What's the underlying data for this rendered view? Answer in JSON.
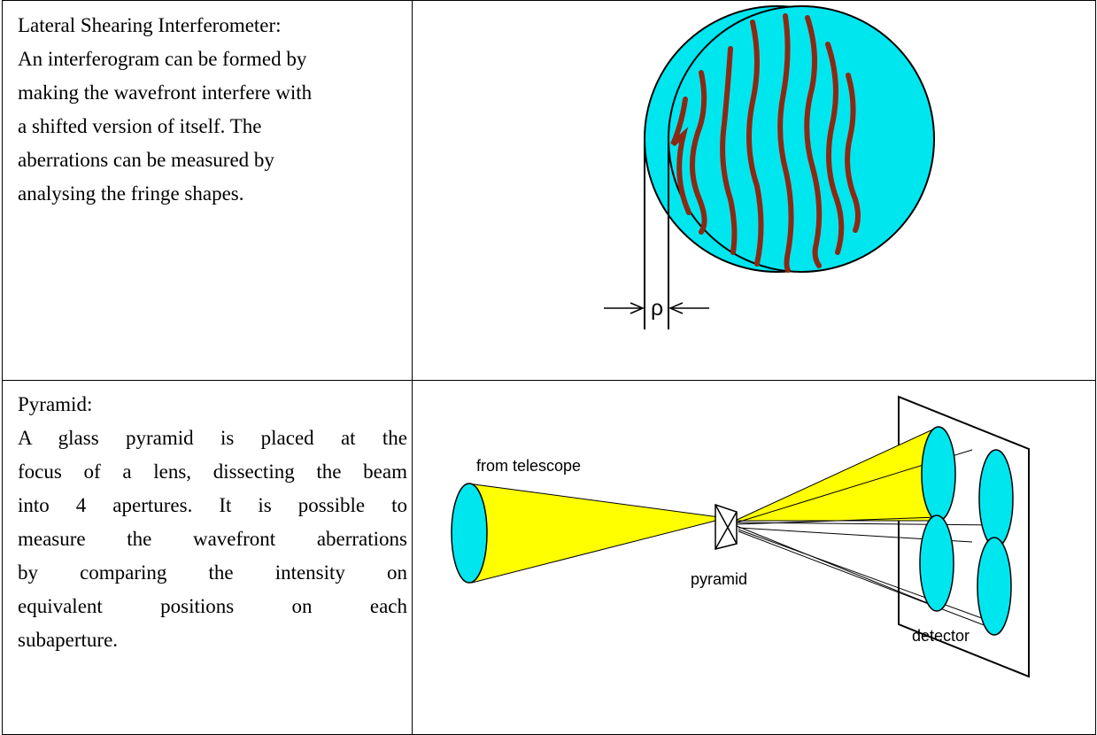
{
  "rows": [
    {
      "heading": "Lateral Shearing Interferometer:",
      "lines": [
        "An interferogram can be formed by",
        "making the wavefront interfere with",
        "a shifted version of itself. The",
        "aberrations can be measured by",
        "analysing the fringe shapes."
      ],
      "figure": {
        "shift_symbol": "ρ"
      }
    },
    {
      "heading": "Pyramid:",
      "lines": [
        "A glass pyramid is placed at the",
        "focus of a lens, dissecting the beam",
        "into 4 apertures. It is possible to",
        "measure the wavefront aberrations",
        "by comparing the intensity on",
        "equivalent positions on each",
        "subaperture."
      ],
      "figure": {
        "label_source": "from telescope",
        "label_pyramid": "pyramid",
        "label_detector": "detector"
      }
    }
  ],
  "colors": {
    "aperture_fill": "#00e6ef",
    "fringe": "#8b2a14",
    "beam": "#ffff00",
    "border": "#000000"
  }
}
